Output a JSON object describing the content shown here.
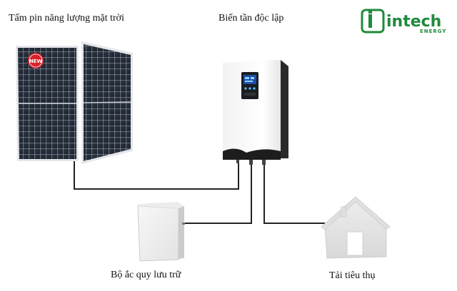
{
  "labels": {
    "panel": "Tấm pin năng lượng mặt trời",
    "inverter": "Biến tần độc lập",
    "battery": "Bộ ắc quy lưu trữ",
    "load": "Tải tiêu thụ"
  },
  "badge": {
    "text": "NEW"
  },
  "logo": {
    "brand": "intech",
    "sub": "ENERGY",
    "color": "#1f8a3c"
  },
  "colors": {
    "line": "#222222",
    "badge": "#d8202a"
  }
}
